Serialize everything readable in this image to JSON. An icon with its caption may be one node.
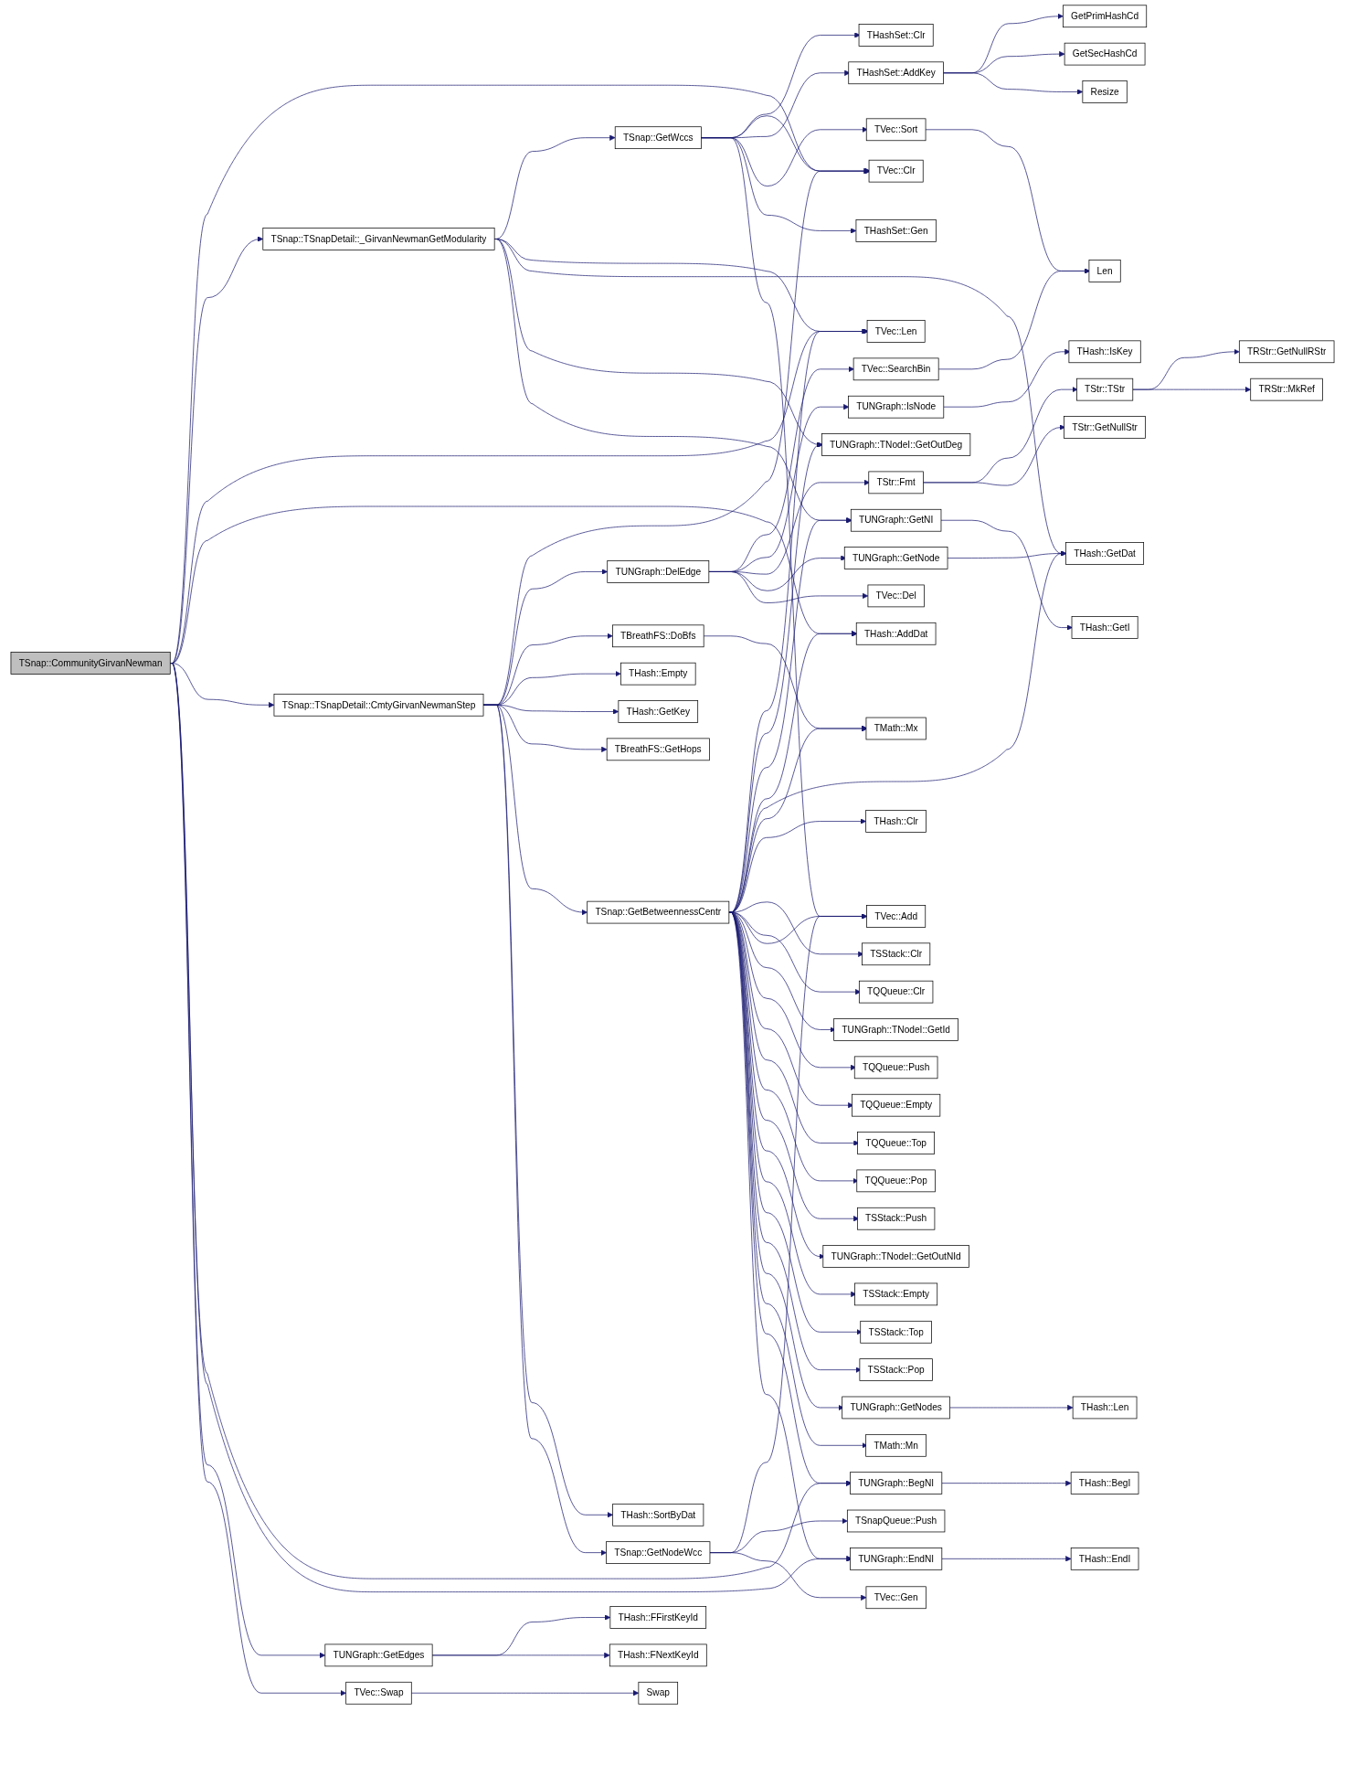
{
  "diagram": {
    "nodes": [
      {
        "text": [
          "TSnap::CommunityGirvanNewman"
        ]
      },
      {
        "text": [
          "TSnap::TSnapDetail::_GirvanNewmanGetModularity"
        ]
      },
      {
        "text": [
          "TSnap::TSnapDetail::CmtyGirvanNewmanStep"
        ]
      },
      {
        "text": [
          "TUNGraph::GetEdges"
        ]
      },
      {
        "text": [
          "TVec::Swap"
        ]
      },
      {
        "text": [
          "TSnap::GetWccs"
        ]
      },
      {
        "text": [
          "TUNGraph::DelEdge"
        ]
      },
      {
        "text": [
          "TBreathFS::DoBfs"
        ]
      },
      {
        "text": [
          "THash::Empty"
        ]
      },
      {
        "text": [
          "THash::GetKey"
        ]
      },
      {
        "text": [
          "TBreathFS::GetHops"
        ]
      },
      {
        "text": [
          "TSnap::GetBetweennessCentr"
        ]
      },
      {
        "text": [
          "THash::SortByDat"
        ]
      },
      {
        "text": [
          "TSnap::GetNodeWcc"
        ]
      },
      {
        "text": [
          "THash::FFirstKeyId"
        ]
      },
      {
        "text": [
          "THash::FNextKeyId"
        ]
      },
      {
        "text": [
          "Swap"
        ]
      },
      {
        "text": [
          "TVec::Clr"
        ]
      },
      {
        "text": [
          "THashSet::Clr"
        ]
      },
      {
        "text": [
          "THashSet::AddKey"
        ]
      },
      {
        "text": [
          "TVec::Sort"
        ]
      },
      {
        "text": [
          "THashSet::Gen"
        ]
      },
      {
        "text": [
          "TVec::Len"
        ]
      },
      {
        "text": [
          "TVec::SearchBin"
        ]
      },
      {
        "text": [
          "TUNGraph::IsNode"
        ]
      },
      {
        "text": [
          "TStr::Fmt"
        ]
      },
      {
        "text": [
          "TUNGraph::GetNode"
        ]
      },
      {
        "text": [
          "TVec::Del"
        ]
      },
      {
        "text": [
          "TUNGraph::TNodeI::GetOutDeg"
        ]
      },
      {
        "text": [
          "TUNGraph::GetNI"
        ]
      },
      {
        "text": [
          "THash::AddDat"
        ]
      },
      {
        "text": [
          "TMath::Mx"
        ]
      },
      {
        "text": [
          "THash::Clr"
        ]
      },
      {
        "text": [
          "TSStack::Clr"
        ]
      },
      {
        "text": [
          "TQQueue::Clr"
        ]
      },
      {
        "text": [
          "TVec::Add"
        ]
      },
      {
        "text": [
          "TUNGraph::TNodeI::GetId"
        ]
      },
      {
        "text": [
          "TQQueue::Push"
        ]
      },
      {
        "text": [
          "TQQueue::Empty"
        ]
      },
      {
        "text": [
          "TQQueue::Top"
        ]
      },
      {
        "text": [
          "TQQueue::Pop"
        ]
      },
      {
        "text": [
          "TSStack::Push"
        ]
      },
      {
        "text": [
          "TUNGraph::TNodeI::GetOutNId"
        ]
      },
      {
        "text": [
          "TSStack::Empty"
        ]
      },
      {
        "text": [
          "TSStack::Top"
        ]
      },
      {
        "text": [
          "TSStack::Pop"
        ]
      },
      {
        "text": [
          "TUNGraph::GetNodes"
        ]
      },
      {
        "text": [
          "TMath::Mn"
        ]
      },
      {
        "text": [
          "TUNGraph::BegNI"
        ]
      },
      {
        "text": [
          "TSnapQueue::Push"
        ]
      },
      {
        "text": [
          "TVec::Gen"
        ]
      },
      {
        "text": [
          "TUNGraph::EndNI"
        ]
      },
      {
        "text": [
          "GetPrimHashCd"
        ]
      },
      {
        "text": [
          "GetSecHashCd"
        ]
      },
      {
        "text": [
          "Resize"
        ]
      },
      {
        "text": [
          "Len"
        ]
      },
      {
        "text": [
          "THash::IsKey"
        ]
      },
      {
        "text": [
          "TStr::TStr"
        ]
      },
      {
        "text": [
          "TStr::GetNullStr"
        ]
      },
      {
        "text": [
          "THash::GetDat"
        ]
      },
      {
        "text": [
          "THash::GetI"
        ]
      },
      {
        "text": [
          "THash::Len"
        ]
      },
      {
        "text": [
          "THash::BegI"
        ]
      },
      {
        "text": [
          "THash::EndI"
        ]
      },
      {
        "text": [
          "TRStr::GetNullRStr"
        ]
      },
      {
        "text": [
          "TRStr::MkRef"
        ]
      }
    ],
    "edges": [
      {
        "from": 0,
        "to": 17,
        "arrow": "to"
      },
      {
        "from": 0,
        "to": 1,
        "arrow": "to"
      },
      {
        "from": 0,
        "to": 22,
        "arrow": "to"
      },
      {
        "from": 0,
        "to": 30,
        "arrow": "to"
      },
      {
        "from": 0,
        "to": 2,
        "arrow": "to"
      },
      {
        "from": 0,
        "to": 48,
        "arrow": "to"
      },
      {
        "from": 0,
        "to": 51,
        "arrow": "to"
      },
      {
        "from": 0,
        "to": 3,
        "arrow": "to"
      },
      {
        "from": 0,
        "to": 4,
        "arrow": "to"
      },
      {
        "from": 1,
        "to": 5,
        "arrow": "to"
      },
      {
        "from": 1,
        "to": 22,
        "arrow": "to"
      },
      {
        "from": 1,
        "to": 59,
        "arrow": "to"
      },
      {
        "from": 1,
        "to": 28,
        "arrow": "to"
      },
      {
        "from": 1,
        "to": 29,
        "arrow": "to"
      },
      {
        "from": 2,
        "to": 17,
        "arrow": "to"
      },
      {
        "from": 2,
        "to": 6,
        "arrow": "to"
      },
      {
        "from": 2,
        "to": 7,
        "arrow": "to"
      },
      {
        "from": 2,
        "to": 8,
        "arrow": "to"
      },
      {
        "from": 2,
        "to": 9,
        "arrow": "to"
      },
      {
        "from": 2,
        "to": 10,
        "arrow": "to"
      },
      {
        "from": 2,
        "to": 11,
        "arrow": "to"
      },
      {
        "from": 2,
        "to": 12,
        "arrow": "to"
      },
      {
        "from": 2,
        "to": 13,
        "arrow": "to"
      },
      {
        "from": 3,
        "to": 14,
        "arrow": "to"
      },
      {
        "from": 3,
        "to": 15,
        "arrow": "to"
      },
      {
        "from": 4,
        "to": 16,
        "arrow": "to"
      },
      {
        "from": 5,
        "to": 17,
        "arrow": "to"
      },
      {
        "from": 5,
        "to": 18,
        "arrow": "to"
      },
      {
        "from": 5,
        "to": 19,
        "arrow": "to"
      },
      {
        "from": 5,
        "to": 20,
        "arrow": "to"
      },
      {
        "from": 5,
        "to": 21,
        "arrow": "to"
      },
      {
        "from": 5,
        "to": 35,
        "arrow": "to"
      },
      {
        "from": 6,
        "to": 23,
        "arrow": "to"
      },
      {
        "from": 6,
        "to": 24,
        "arrow": "to"
      },
      {
        "from": 6,
        "to": 25,
        "arrow": "to"
      },
      {
        "from": 6,
        "to": 26,
        "arrow": "to"
      },
      {
        "from": 6,
        "to": 27,
        "arrow": "to"
      },
      {
        "from": 7,
        "to": 31,
        "arrow": "to"
      },
      {
        "from": 11,
        "to": 22,
        "arrow": "to"
      },
      {
        "from": 11,
        "to": 28,
        "arrow": "to"
      },
      {
        "from": 11,
        "to": 29,
        "arrow": "to"
      },
      {
        "from": 11,
        "to": 59,
        "arrow": "to"
      },
      {
        "from": 11,
        "to": 30,
        "arrow": "to"
      },
      {
        "from": 11,
        "to": 31,
        "arrow": "to"
      },
      {
        "from": 11,
        "to": 32,
        "arrow": "to"
      },
      {
        "from": 11,
        "to": 33,
        "arrow": "to"
      },
      {
        "from": 11,
        "to": 34,
        "arrow": "to"
      },
      {
        "from": 11,
        "to": 35,
        "arrow": "to"
      },
      {
        "from": 11,
        "to": 36,
        "arrow": "to"
      },
      {
        "from": 11,
        "to": 37,
        "arrow": "to"
      },
      {
        "from": 11,
        "to": 38,
        "arrow": "to"
      },
      {
        "from": 11,
        "to": 39,
        "arrow": "to"
      },
      {
        "from": 11,
        "to": 40,
        "arrow": "to"
      },
      {
        "from": 11,
        "to": 41,
        "arrow": "to"
      },
      {
        "from": 11,
        "to": 42,
        "arrow": "to"
      },
      {
        "from": 11,
        "to": 43,
        "arrow": "to"
      },
      {
        "from": 11,
        "to": 44,
        "arrow": "to"
      },
      {
        "from": 11,
        "to": 45,
        "arrow": "to"
      },
      {
        "from": 11,
        "to": 46,
        "arrow": "to"
      },
      {
        "from": 11,
        "to": 47,
        "arrow": "to"
      },
      {
        "from": 11,
        "to": 48,
        "arrow": "to"
      },
      {
        "from": 11,
        "to": 51,
        "arrow": "to"
      },
      {
        "from": 13,
        "to": 35,
        "arrow": "to"
      },
      {
        "from": 13,
        "to": 49,
        "arrow": "to"
      },
      {
        "from": 13,
        "to": 50,
        "arrow": "to"
      },
      {
        "from": 19,
        "to": 52,
        "arrow": "to"
      },
      {
        "from": 19,
        "to": 53,
        "arrow": "to"
      },
      {
        "from": 19,
        "to": 54,
        "arrow": "to"
      },
      {
        "from": 20,
        "to": 55,
        "arrow": "to"
      },
      {
        "from": 23,
        "to": 55,
        "arrow": "to"
      },
      {
        "from": 24,
        "to": 56,
        "arrow": "to"
      },
      {
        "from": 25,
        "to": 57,
        "arrow": "to"
      },
      {
        "from": 25,
        "to": 58,
        "arrow": "to"
      },
      {
        "from": 26,
        "to": 59,
        "arrow": "to"
      },
      {
        "from": 29,
        "to": 60,
        "arrow": "to"
      },
      {
        "from": 46,
        "to": 61,
        "arrow": "to"
      },
      {
        "from": 48,
        "to": 62,
        "arrow": "to"
      },
      {
        "from": 51,
        "to": 63,
        "arrow": "to"
      },
      {
        "from": 57,
        "to": 64,
        "arrow": "to"
      },
      {
        "from": 57,
        "to": 65,
        "arrow": "to"
      }
    ]
  }
}
